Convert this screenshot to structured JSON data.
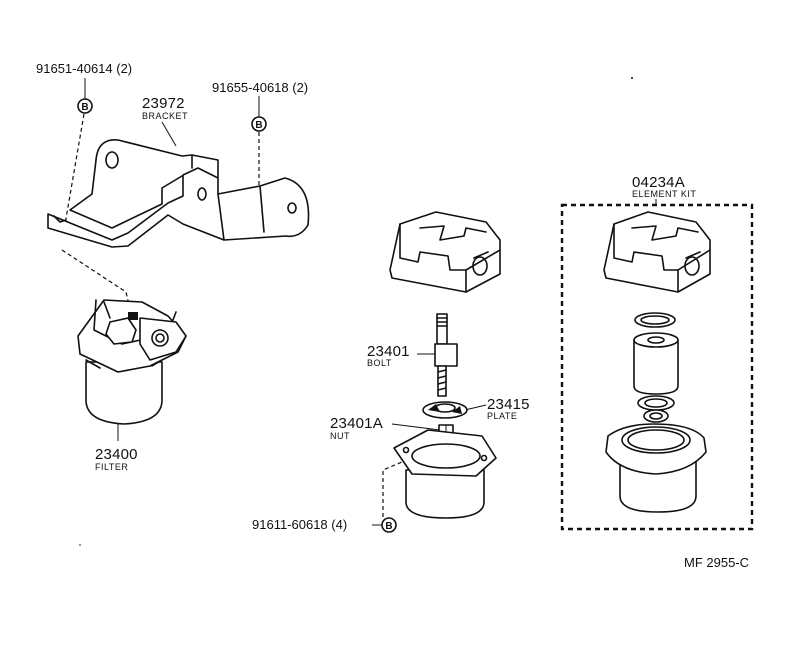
{
  "labels": {
    "bolt_91651": "91651-40614 (2)",
    "bolt_91655": "91655-40618 (2)",
    "bolt_91611": "91611-60618 (4)",
    "bracket_num": "23972",
    "bracket_name": "BRACKET",
    "filter_num": "23400",
    "filter_name": "FILTER",
    "bolt_num": "23401",
    "bolt_name": "BOLT",
    "plate_num": "23415",
    "plate_name": "PLATE",
    "nut_num": "23401A",
    "nut_name": "NUT",
    "kit_num": "04234A",
    "kit_name": "ELEMENT KIT",
    "diagram_code": "MF 2955-C",
    "circle_letter": "B"
  }
}
